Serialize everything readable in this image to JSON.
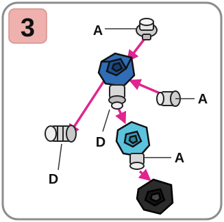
{
  "step_number": "3",
  "labels": {
    "a_top": "A",
    "a_right": "A",
    "a_lower": "A",
    "d_center": "D",
    "d_left": "D"
  },
  "parts": {
    "connector_a": "A",
    "connector_d": "D"
  },
  "colors": {
    "frame": "#8c8c8c",
    "step_box": "#eeb1ad",
    "arrow": "#e0258f",
    "blue_block": "#2f6db5",
    "light_blue_block": "#5cc3df",
    "black_block": "#2b2b2b",
    "connector_gray": "#bdbdbd"
  }
}
